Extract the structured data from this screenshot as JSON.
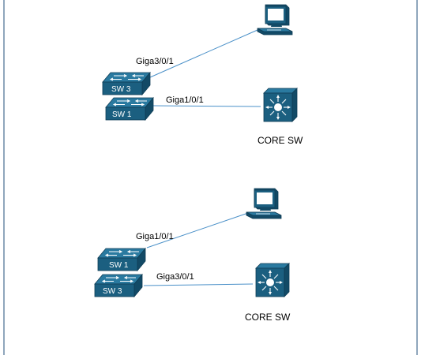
{
  "colors": {
    "device": "#1b5f80",
    "device_top": "#2a7aa0",
    "device_dark": "#124a66",
    "link": "#4a90c8",
    "frame": "#1f4e79"
  },
  "top_diagram": {
    "upper_switch": {
      "label": "SW 3",
      "icon": "switch-icon"
    },
    "lower_switch": {
      "label": "SW 1",
      "icon": "switch-icon"
    },
    "pc": {
      "icon": "workstation-icon"
    },
    "core": {
      "label": "CORE SW",
      "icon": "layer3-switch-icon"
    },
    "link_to_pc": {
      "label": "Giga3/0/1"
    },
    "link_to_core": {
      "label": "Giga1/0/1"
    }
  },
  "bottom_diagram": {
    "upper_switch": {
      "label": "SW 1",
      "icon": "switch-icon"
    },
    "lower_switch": {
      "label": "SW 3",
      "icon": "switch-icon"
    },
    "pc": {
      "icon": "workstation-icon"
    },
    "core": {
      "label": "CORE SW",
      "icon": "layer3-switch-icon"
    },
    "link_to_pc": {
      "label": "Giga1/0/1"
    },
    "link_to_core": {
      "label": "Giga3/0/1"
    }
  }
}
